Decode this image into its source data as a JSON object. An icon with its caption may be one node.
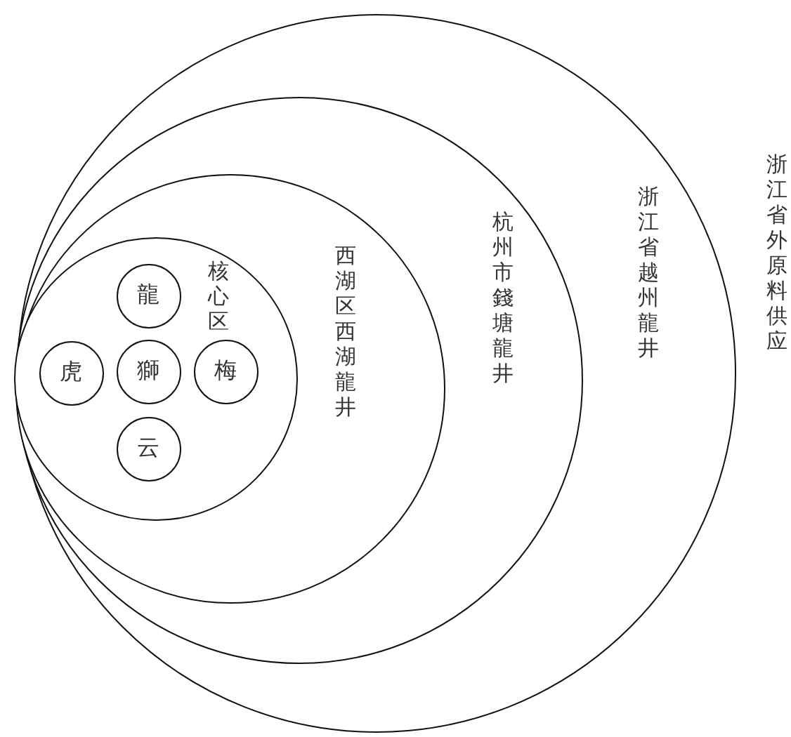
{
  "diagram": {
    "nodes": [
      {
        "text": [
          "浙江省越州龍井"
        ]
      },
      {
        "text": [
          "杭州市錢塘龍井"
        ],
        "in": 0
      },
      {
        "text": [
          "西湖区西湖龍井"
        ],
        "in": 1
      },
      {
        "text": [
          "核心区"
        ],
        "in": 2
      },
      {
        "text": [
          "龍"
        ],
        "in": 3
      },
      {
        "text": [
          "虎"
        ],
        "in": 3
      },
      {
        "text": [
          "獅"
        ],
        "in": 3
      },
      {
        "text": [
          "梅"
        ],
        "in": 3
      },
      {
        "text": [
          "云"
        ],
        "in": 3
      }
    ],
    "edges": [],
    "labels": [
      "浙江省外原料供应"
    ]
  }
}
